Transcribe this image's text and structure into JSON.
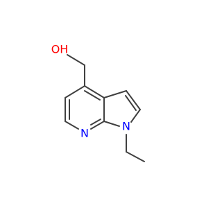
{
  "molecule": {
    "atoms": {
      "oh": {
        "label": "OH",
        "color": "#ff0000"
      },
      "n_pyridine": {
        "label": "N",
        "color": "#0000ff"
      },
      "n_pyrrole": {
        "label": "N",
        "color": "#0000ff"
      }
    },
    "bond_color": "#404040"
  }
}
